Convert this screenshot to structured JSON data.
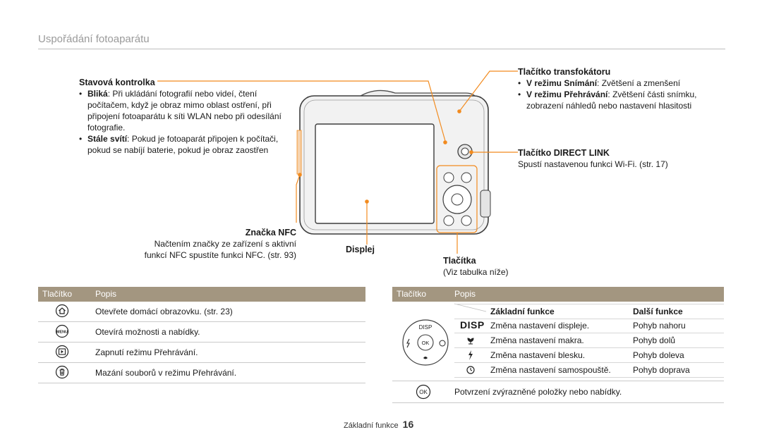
{
  "section_title": "Uspořádání fotoaparátu",
  "callouts": {
    "status_lamp": {
      "title": "Stavová kontrolka",
      "items": [
        {
          "term": "Bliká",
          "text": ": Při ukládání fotografií nebo videí, čtení počítačem, když je obraz mimo oblast ostření, při připojení fotoaparátu k síti WLAN nebo při odesílání fotografie."
        },
        {
          "term": "Stále svítí",
          "text": ": Pokud je fotoaparát připojen k počítači, pokud se nabíjí baterie, pokud je obraz zaostřen"
        }
      ]
    },
    "nfc": {
      "title": "Značka NFC",
      "text1": "Načtením značky ze zařízení s aktivní",
      "text2": "funkcí NFC spustíte funkci NFC. (str. 93)"
    },
    "display": {
      "title": "Displej"
    },
    "zoom": {
      "title": "Tlačítko transfokátoru",
      "items": [
        {
          "prefix": "V režimu ",
          "term": "Snímání",
          "text": ": Zvětšení a zmenšení"
        },
        {
          "prefix": "V režimu ",
          "term": "Přehrávání",
          "text": ": Zvětšení části snímku, zobrazení náhledů nebo nastavení hlasitosti"
        }
      ]
    },
    "direct_link": {
      "title": "Tlačítko DIRECT LINK",
      "text": "Spustí nastavenou funkci Wi-Fi. (str. 17)"
    },
    "buttons": {
      "title": "Tlačítka",
      "text": "(Viz tabulka níže)"
    }
  },
  "left_table": {
    "headers": [
      "Tlačítko",
      "Popis"
    ],
    "rows": [
      {
        "icon": "home-icon",
        "desc": "Otevřete domácí obrazovku. (str. 23)"
      },
      {
        "icon": "menu-icon",
        "icon_label": "MENU",
        "desc": "Otevírá možnosti a nabídky."
      },
      {
        "icon": "playback-icon",
        "desc": "Zapnutí režimu Přehrávání."
      },
      {
        "icon": "trash-icon",
        "desc": "Mazání souborů v režimu Přehrávání."
      }
    ]
  },
  "right_table": {
    "headers": [
      "Tlačítko",
      "Popis"
    ],
    "sub_headers": [
      "Základní funkce",
      "Další funkce"
    ],
    "dial_labels": {
      "top": "DISP",
      "center": "OK"
    },
    "rows": [
      {
        "icon": "disp-icon",
        "icon_label": "DISP",
        "basic": "Změna nastavení displeje.",
        "other": "Pohyb nahoru"
      },
      {
        "icon": "macro-icon",
        "basic": "Změna nastavení makra.",
        "other": "Pohyb dolů"
      },
      {
        "icon": "flash-icon",
        "basic": "Změna nastavení blesku.",
        "other": "Pohyb doleva"
      },
      {
        "icon": "timer-icon",
        "basic": "Změna nastavení samospouště.",
        "other": "Pohyb doprava"
      }
    ],
    "ok_row": {
      "icon": "ok-icon",
      "icon_label": "OK",
      "desc": "Potvrzení zvýrazněné položky nebo nabídky."
    }
  },
  "footer": {
    "label": "Základní funkce",
    "page": "16"
  },
  "colors": {
    "accent": "#f28b1f",
    "table_header": "#a39680"
  }
}
